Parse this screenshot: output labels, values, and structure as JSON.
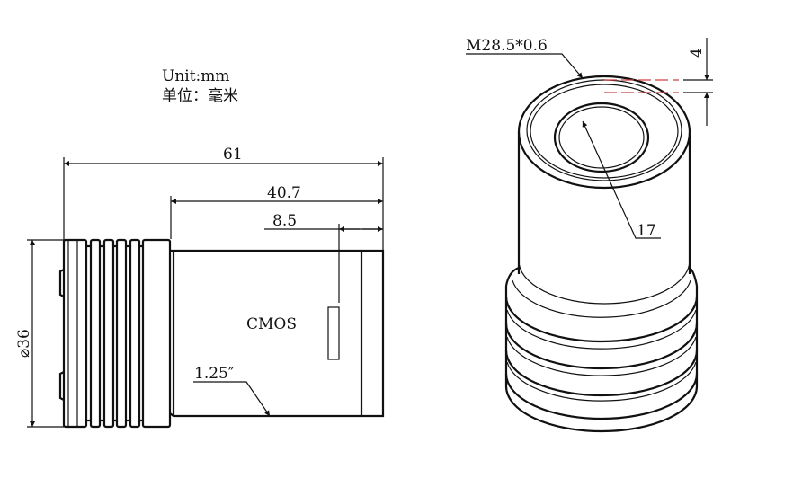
{
  "units": {
    "line1": "Unit:mm",
    "line2": "单位：毫米"
  },
  "side_view": {
    "overall_length": "61",
    "body_length": "40.7",
    "sensor_offset": "8.5",
    "diameter": "⌀36",
    "sensor_label": "CMOS",
    "barrel_size": "1.25″"
  },
  "perspective_view": {
    "thread": "M28.5*0.6",
    "aperture": "17",
    "thread_depth": "4"
  },
  "colors": {
    "line": "#111111",
    "hidden_line": "#d04040"
  }
}
